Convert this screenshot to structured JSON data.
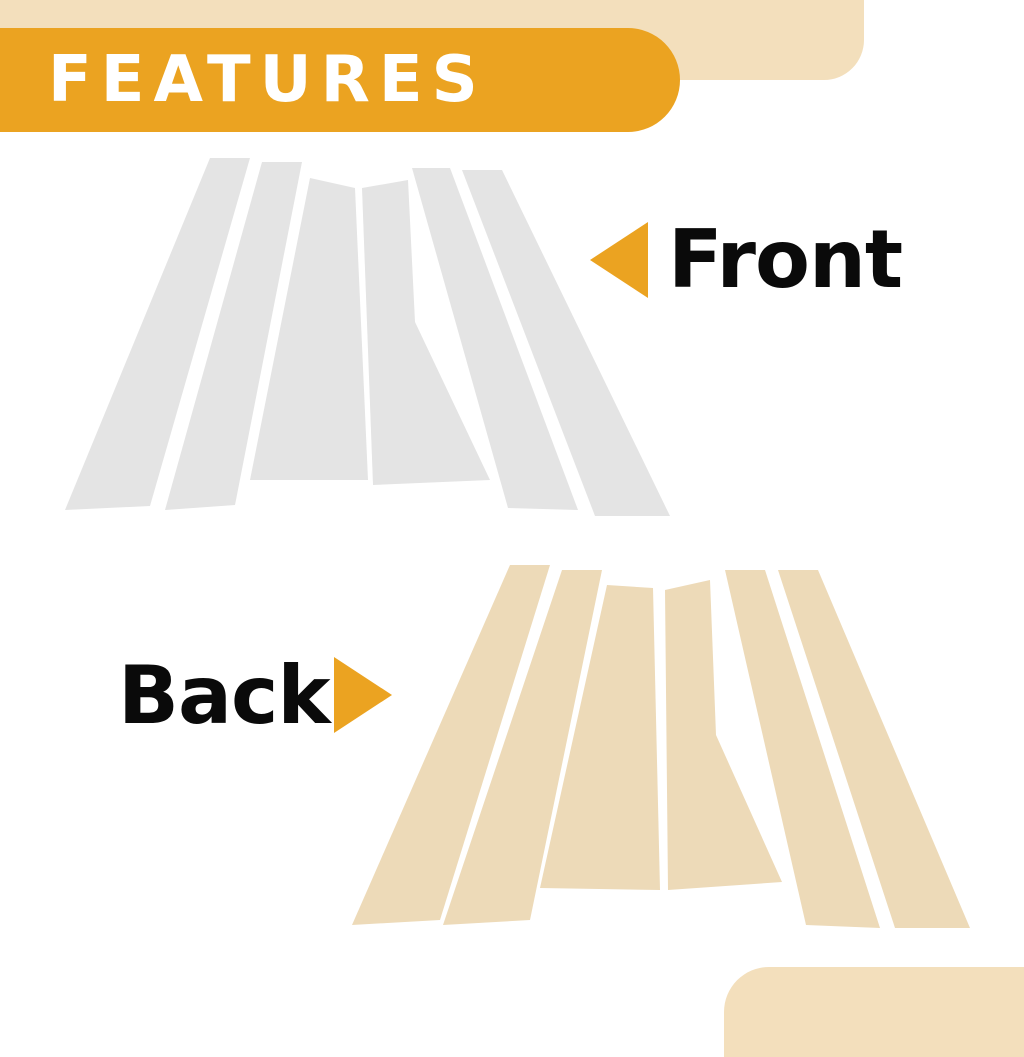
{
  "header": {
    "title": "FEATURES"
  },
  "labels": {
    "front": "Front",
    "back": "Back"
  },
  "icons": {
    "front_arrow": "triangle-left-icon",
    "back_arrow": "triangle-right-icon"
  },
  "colors": {
    "accent": "#EBA321",
    "accent_light": "#F3DFBC",
    "panel_front": "#E4E4E4",
    "panel_back": "#EDDAB8",
    "text": "#0A0A0A"
  }
}
